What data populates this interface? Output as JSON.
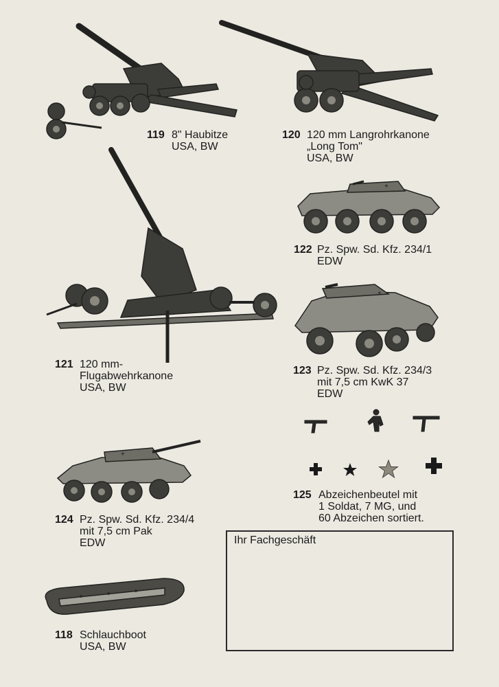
{
  "colors": {
    "paper": "#ece9e1",
    "ink": "#1a1a1a",
    "model": "#3c3c38",
    "model_light": "#6e6d66",
    "dark": "#222220"
  },
  "items": [
    {
      "id": "119",
      "number": "119",
      "lines": [
        "8\" Haubitze",
        "USA, BW"
      ],
      "icon": "howitzer-icon"
    },
    {
      "id": "120",
      "number": "120",
      "lines": [
        "120 mm Langrohrkanone",
        "„Long Tom\"",
        "USA, BW"
      ],
      "icon": "long-tom-cannon-icon"
    },
    {
      "id": "122",
      "number": "122",
      "lines": [
        "Pz. Spw. Sd. Kfz.  234/1",
        "EDW"
      ],
      "icon": "armored-car-icon"
    },
    {
      "id": "121",
      "number": "121",
      "lines": [
        "120 mm-",
        "Flugabwehrkanone",
        "USA, BW"
      ],
      "icon": "anti-aircraft-gun-icon"
    },
    {
      "id": "123",
      "number": "123",
      "lines": [
        "Pz. Spw. Sd. Kfz.  234/3",
        "mit 7,5 cm  KwK 37",
        "EDW"
      ],
      "icon": "armored-car-short-gun-icon"
    },
    {
      "id": "125",
      "number": "125",
      "lines": [
        "Abzeichenbeutel mit",
        "1 Soldat, 7 MG, und",
        "60 Abzeichen sortiert."
      ],
      "icon": "insignia-bag-icon"
    },
    {
      "id": "124",
      "number": "124",
      "lines": [
        "Pz. Spw. Sd. Kfz.  234/4",
        "mit 7,5 cm  Pak",
        "EDW"
      ],
      "icon": "armored-car-pak-icon"
    },
    {
      "id": "118",
      "number": "118",
      "lines": [
        "Schlauchboot",
        "USA, BW"
      ],
      "icon": "inflatable-boat-icon"
    }
  ],
  "dealer_box": {
    "label": "Ihr Fachgeschäft"
  }
}
